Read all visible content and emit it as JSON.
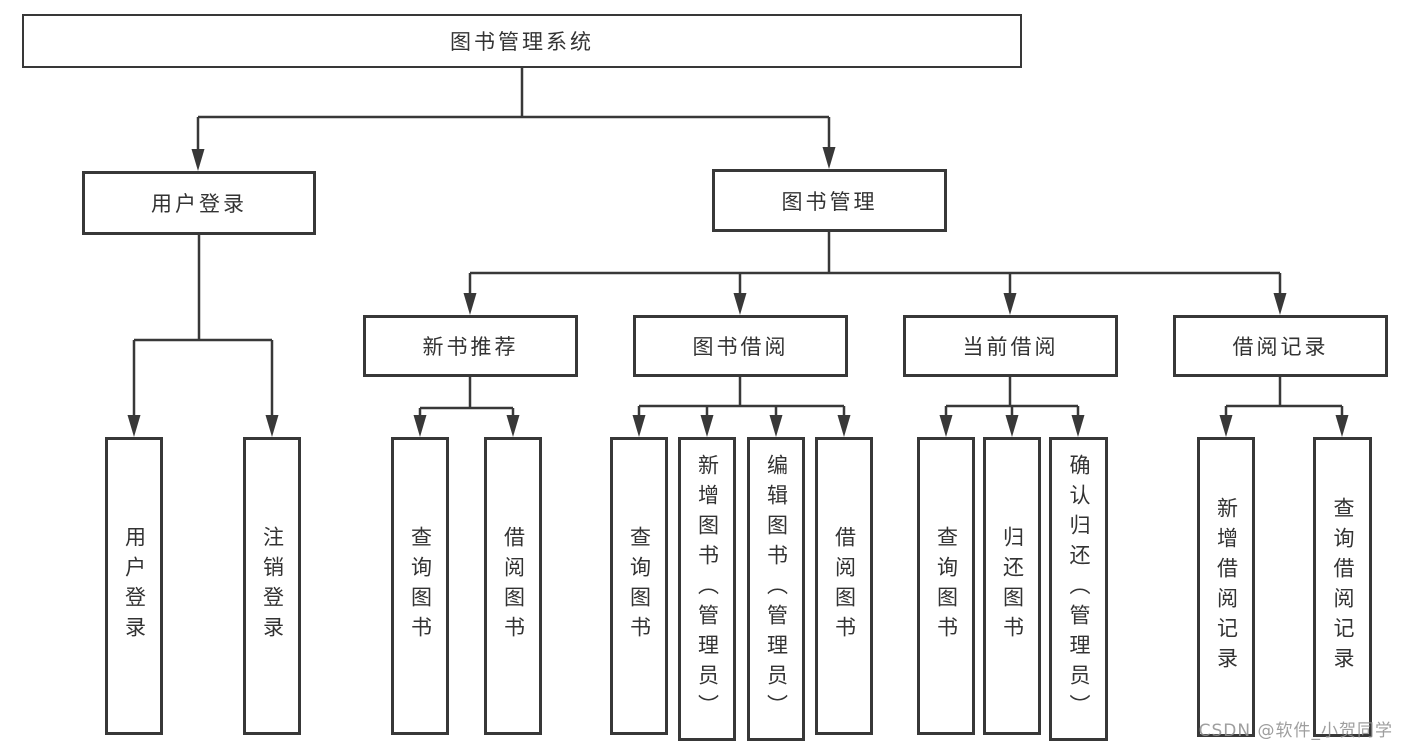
{
  "title": "图书管理系统",
  "watermark": "CSDN @软件_小贺同学",
  "colors": {
    "background": "#ffffff",
    "line": "#383838",
    "text": "#333333",
    "watermark": "#919191"
  },
  "level2": [
    {
      "label": "用户登录",
      "children": [
        "用户登录",
        "注销登录"
      ]
    },
    {
      "label": "图书管理"
    }
  ],
  "level3": [
    {
      "label": "新书推荐",
      "children": [
        "查询图书",
        "借阅图书"
      ]
    },
    {
      "label": "图书借阅",
      "children": [
        "查询图书",
        "新增图书（管理员）",
        "编辑图书（管理员）",
        "借阅图书"
      ]
    },
    {
      "label": "当前借阅",
      "children": [
        "查询图书",
        "归还图书",
        "确认归还（管理员）"
      ]
    },
    {
      "label": "借阅记录",
      "children": [
        "新增借阅记录",
        "查询借阅记录"
      ]
    }
  ]
}
